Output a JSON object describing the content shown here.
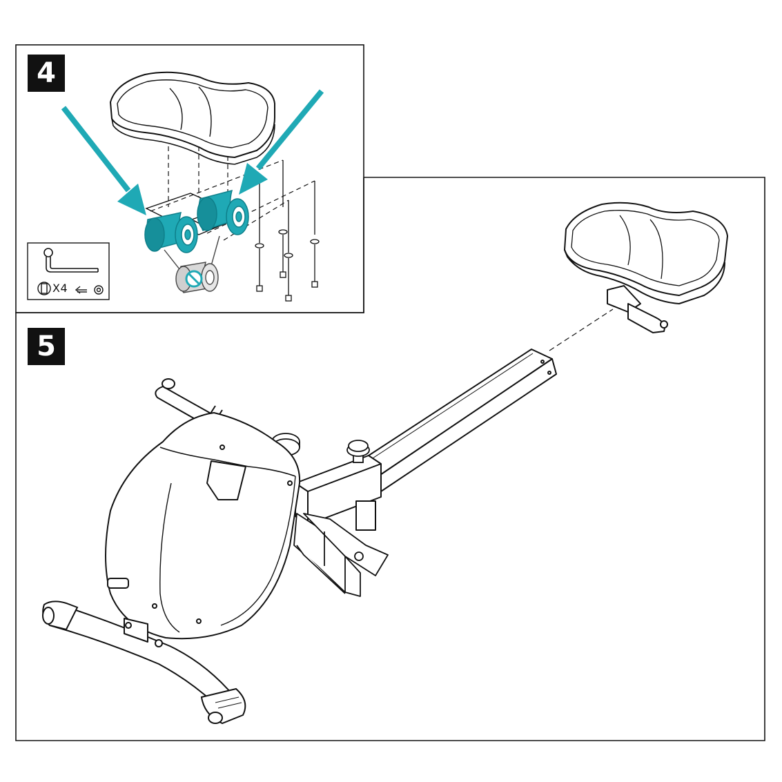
{
  "steps": [
    {
      "number": "4",
      "label": "4"
    },
    {
      "number": "5",
      "label": "5"
    }
  ],
  "tool_box": {
    "quantity_label": "X4"
  },
  "icons": {
    "hex_key": "allen-key-icon",
    "bolt": "bolt-icon",
    "washer": "washer-icon",
    "arrow": "arrow-left-icon",
    "prohibited": "prohibited-icon"
  },
  "colors": {
    "line": "#111111",
    "highlight": "#1fa9b5",
    "highlight_dark": "#0e7f8a",
    "prohibited_part": "#d9d9d9",
    "background": "#ffffff"
  }
}
